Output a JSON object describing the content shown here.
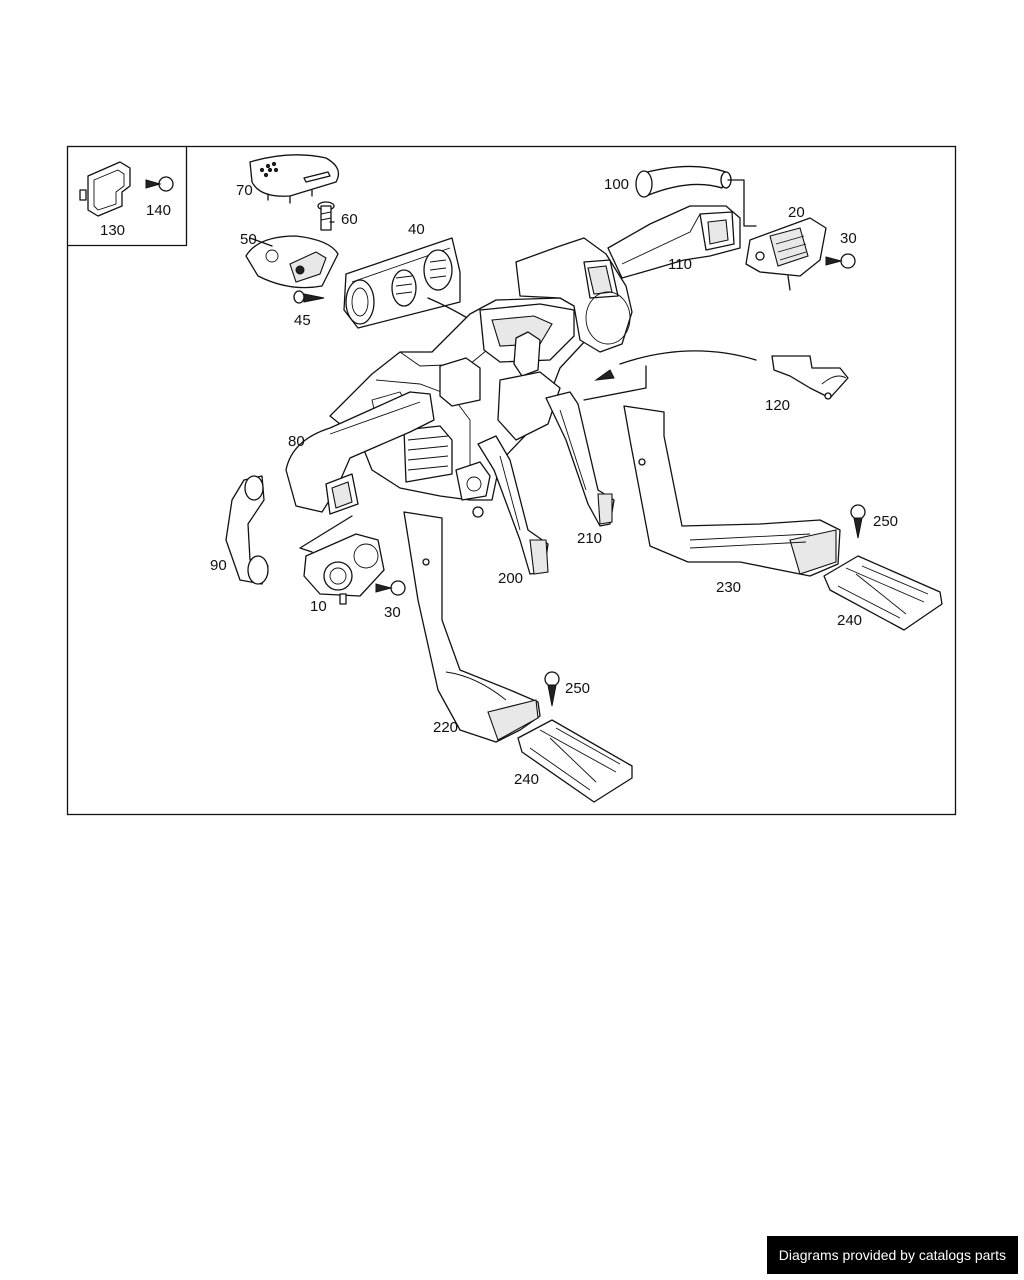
{
  "callouts": {
    "c10": "10",
    "c20": "20",
    "c30a": "30",
    "c30b": "30",
    "c40": "40",
    "c45": "45",
    "c50": "50",
    "c60": "60",
    "c70": "70",
    "c80": "80",
    "c90": "90",
    "c100": "100",
    "c110": "110",
    "c120": "120",
    "c130": "130",
    "c140": "140",
    "c200": "200",
    "c210": "210",
    "c220": "220",
    "c230": "230",
    "c240a": "240",
    "c240b": "240",
    "c250a": "250",
    "c250b": "250"
  },
  "watermark": "Diagrams provided by catalogs parts",
  "colors": {
    "line": "#111111",
    "background": "#ffffff",
    "watermark_bg": "#000000"
  }
}
